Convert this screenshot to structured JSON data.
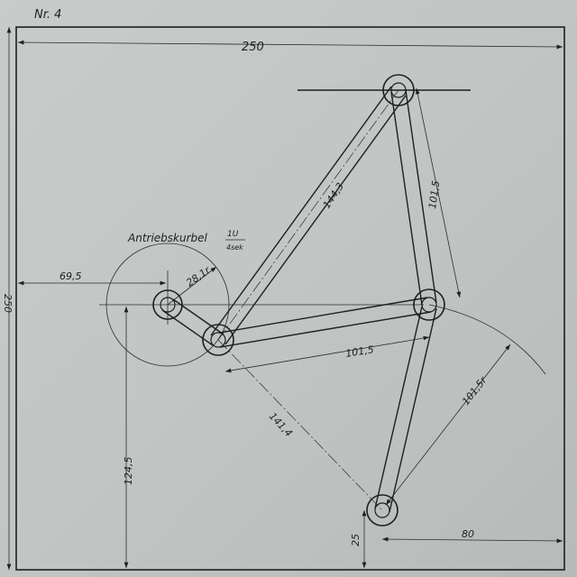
{
  "drawing": {
    "number": "Nr. 4",
    "width_dim": "250",
    "height_dim": "250",
    "crank_offset_x": "69,5",
    "crank_radius": "28,1r",
    "crank_label": "Antriebskurbel",
    "speed_numerator": "1U",
    "speed_denominator": "4sek",
    "link_upper": "144,3",
    "link_right": "101,5",
    "link_coupler": "101,5",
    "arc_radius": "101,5r",
    "link_lower": "141,4",
    "crank_height": "124,5",
    "bottom_offset": "25",
    "right_offset": "80"
  }
}
